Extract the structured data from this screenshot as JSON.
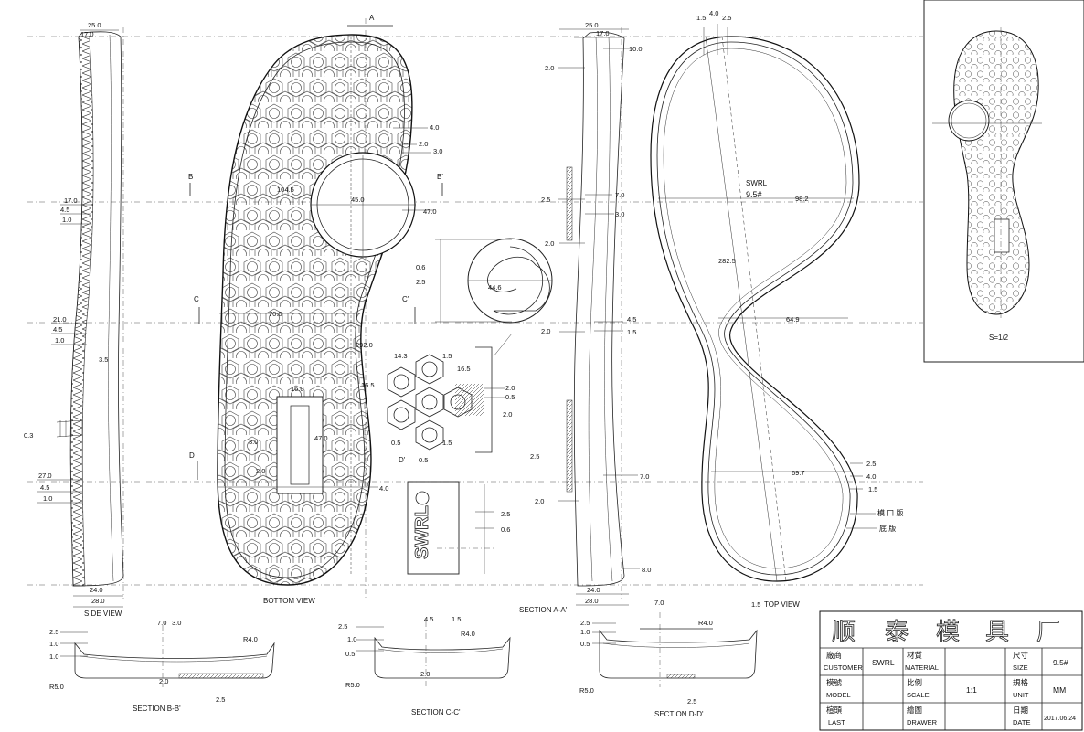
{
  "title_block": {
    "company_chars": [
      "顺",
      "泰",
      "模",
      "具",
      "厂"
    ],
    "customer_zh": "廠商",
    "customer_en": "CUSTOMER",
    "customer_value": "SWRL",
    "material_zh": "材質",
    "material_en": "MATERIAL",
    "material_value": "",
    "size_zh": "尺寸",
    "size_en": "SIZE",
    "size_value": "9.5#",
    "model_zh": "模號",
    "model_en": "MODEL",
    "model_value": "",
    "scale_zh": "比例",
    "scale_en": "SCALE",
    "scale_value": "1:1",
    "unit_zh": "規格",
    "unit_en": "UNIT",
    "unit_value": "MM",
    "last_zh": "楦頭",
    "last_en": "LAST",
    "last_value": "",
    "drawer_zh": "繪圖",
    "drawer_en": "DRAWER",
    "drawer_value": "",
    "date_zh": "日期",
    "date_en": "DATE",
    "date_value": "2017.06.24"
  },
  "views": {
    "side": "SIDE VIEW",
    "bottom": "BOTTOM VIEW",
    "section_aa": "SECTION A-A'",
    "top": "TOP VIEW",
    "section_bb": "SECTION B-B'",
    "section_cc": "SECTION C-C'",
    "section_dd": "SECTION D-D'",
    "inset_scale": "S=1/2"
  },
  "section_markers": {
    "a": "A",
    "b": "B",
    "b_prime": "B'",
    "c": "C",
    "c_prime": "C'",
    "d": "D",
    "d_prime": "D'"
  },
  "top_view": {
    "brand": "SWRL",
    "size": "9.5#",
    "width_forefoot": "98.2",
    "length": "282.5",
    "width_waist": "64.9",
    "width_heel": "69.7",
    "note_1": "模 口 版",
    "note_2": "底 版"
  },
  "side_dims": {
    "toe_top": "25.0",
    "toe_inner": "17.0",
    "mid_17": "17.0",
    "mid_45a": "4.5",
    "mid_10a": "1.0",
    "waist_21": "21.0",
    "waist_45": "4.5",
    "waist_10": "1.0",
    "spring": "3.5",
    "rib": "0.3",
    "heel_27": "27.0",
    "heel_45": "4.5",
    "heel_10": "1.0",
    "heel_24": "24.0",
    "heel_28": "28.0"
  },
  "bottom_dims": {
    "pivot_d": "45.0",
    "pivot_r": "104.5",
    "w_47a": "47.0",
    "d_40a": "4.0",
    "d_20": "2.0",
    "d_30": "3.0",
    "waist": "70.0",
    "length": "292.0",
    "pad_w": "16.0",
    "pad_l": "3.0",
    "heel_47": "47.0",
    "heel_gap": "2.0",
    "heel_edge": "4.0"
  },
  "spiral_dims": {
    "a": "0.6",
    "b": "2.5",
    "diameter": "44.6"
  },
  "hex_dims": {
    "a": "14.3",
    "b": "1.5",
    "c": "16.5",
    "d": "16.5",
    "e": "2.0",
    "f": "0.5",
    "g": "2.0",
    "h": "0.5",
    "i": "1.5",
    "j": "0.5",
    "k": "2.5"
  },
  "logo_dims": {
    "text": "SWRL",
    "a": "2.5",
    "b": "0.6"
  },
  "section_aa_dims": {
    "t25": "25.0",
    "t17": "17.0",
    "t10": "10.0",
    "l20a": "2.0",
    "l25": "2.5",
    "r70a": "7.0",
    "r30": "3.0",
    "l20b": "2.0",
    "l20c": "2.0",
    "r45": "4.5",
    "r15": "1.5",
    "r70b": "7.0",
    "l20d": "2.0",
    "r80": "8.0",
    "b24": "24.0",
    "b28": "28.0"
  },
  "top_dims": {
    "t15": "1.5",
    "t40": "4.0",
    "t25": "2.5",
    "r25": "2.5",
    "r40": "4.0",
    "r15": "1.5",
    "b15": "1.5"
  },
  "section_bb_dims": {
    "a": "2.5",
    "b": "1.0",
    "c": "1.0",
    "d": "7.0",
    "e": "3.0",
    "r": "R4.0",
    "f": "R5.0",
    "g": "2.0",
    "h": "2.5"
  },
  "section_cc_dims": {
    "a": "2.5",
    "b": "1.0",
    "c": "0.5",
    "d": "4.5",
    "e": "1.5",
    "r": "R4.0",
    "f": "R5.0",
    "g": "2.0"
  },
  "section_dd_dims": {
    "a": "2.5",
    "b": "1.0",
    "c": "0.5",
    "d": "7.0",
    "r": "R4.0",
    "f": "R5.0",
    "g": "2.5"
  }
}
